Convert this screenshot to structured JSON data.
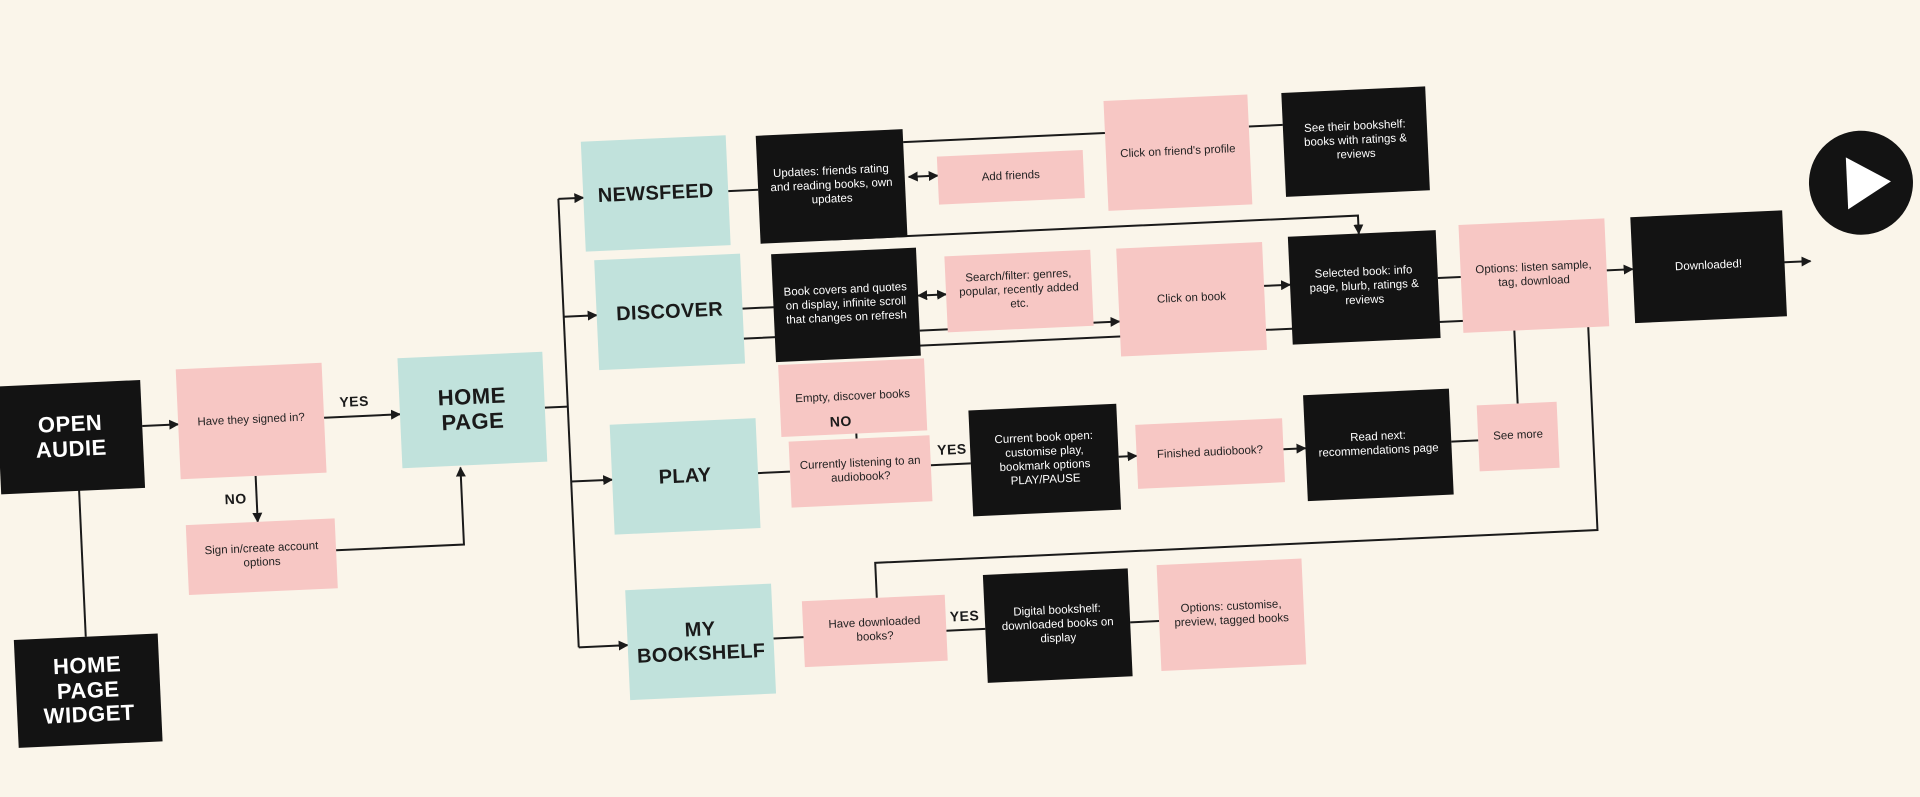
{
  "colors": {
    "background": "#faf5ea",
    "dark_box": "#131313",
    "pink_box": "#f7c7c4",
    "teal_box": "#c1e2dc",
    "line": "#1a1a1a"
  },
  "nodes": {
    "open_audie": "OPEN AUDIE",
    "home_page_widget": "HOME PAGE WIDGET",
    "signed_in_question": "Have they signed in?",
    "sign_in_create": "Sign in/create account options",
    "home_page": "HOME PAGE",
    "newsfeed": "NEWSFEED",
    "discover": "DISCOVER",
    "play": "PLAY",
    "my_bookshelf": "MY BOOKSHELF",
    "updates": "Updates: friends rating and reading books, own updates",
    "add_friends": "Add friends",
    "click_friend_profile": "Click on friend's profile",
    "see_bookshelf": "See their bookshelf: books with ratings & reviews",
    "book_covers": "Book covers and quotes on display, infinite scroll that changes on refresh",
    "search_filter": "Search/filter: genres, popular, recently added etc.",
    "click_on_book": "Click on book",
    "selected_book": "Selected book: info page, blurb, ratings & reviews",
    "options_listen": "Options: listen sample, tag, download",
    "downloaded": "Downloaded!",
    "empty_discover": "Empty, discover books",
    "currently_listening": "Currently listening to an audiobook?",
    "current_book_open": "Current book open: customise play, bookmark options PLAY/PAUSE",
    "finished_audiobook": "Finished audiobook?",
    "read_next": "Read next: recommendations page",
    "see_more": "See more",
    "have_downloaded": "Have downloaded books?",
    "digital_bookshelf": "Digital bookshelf: downloaded books on display",
    "options_customise": "Options: customise, preview, tagged books"
  },
  "labels": {
    "yes_signed": "YES",
    "no_signed": "NO",
    "no_listening": "NO",
    "yes_listening": "YES",
    "yes_downloaded": "YES"
  },
  "icons": {
    "play_end": "play-icon"
  }
}
